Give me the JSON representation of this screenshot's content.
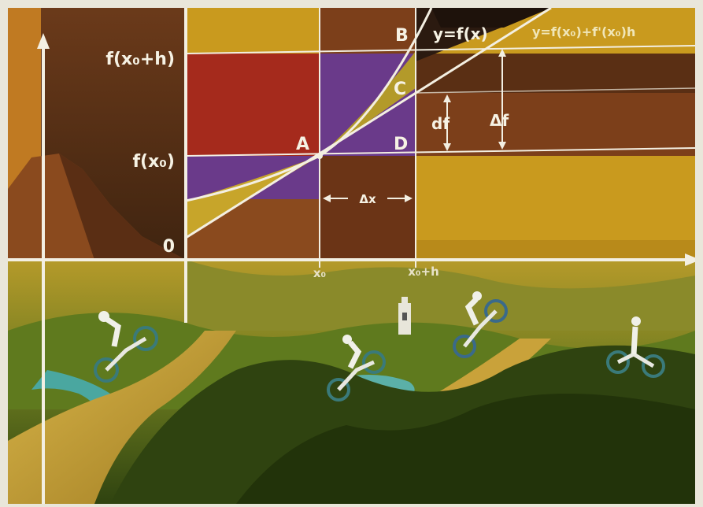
{
  "labels": {
    "point_a": "A",
    "point_b": "B",
    "point_c": "C",
    "point_d": "D",
    "origin": "0",
    "fx0_plus_h": "f(x₀+h)",
    "fx0": "f(x₀)",
    "x0": "x₀",
    "x0_plus_h": "x₀+h",
    "delta_x": "Δx",
    "df": "df",
    "delta_f": "Δf",
    "curve": "y=f(x)",
    "tangent": "y=f(x₀)+f'(x₀)h"
  },
  "colors": {
    "frame": "#e9e6da",
    "ochre": "#c99a1e",
    "brown_dark": "#5a2f14",
    "brown_mid": "#7c3f1a",
    "red": "#a52a1c",
    "purple": "#6a3a8a",
    "olive_green": "#4a5a1e",
    "grass": "#3f5a14",
    "sky_dark": "#2b1a10",
    "white_line": "#f3efe2"
  },
  "icons": {
    "rider": "motorbike-rider-icon",
    "tower": "tower-icon"
  }
}
